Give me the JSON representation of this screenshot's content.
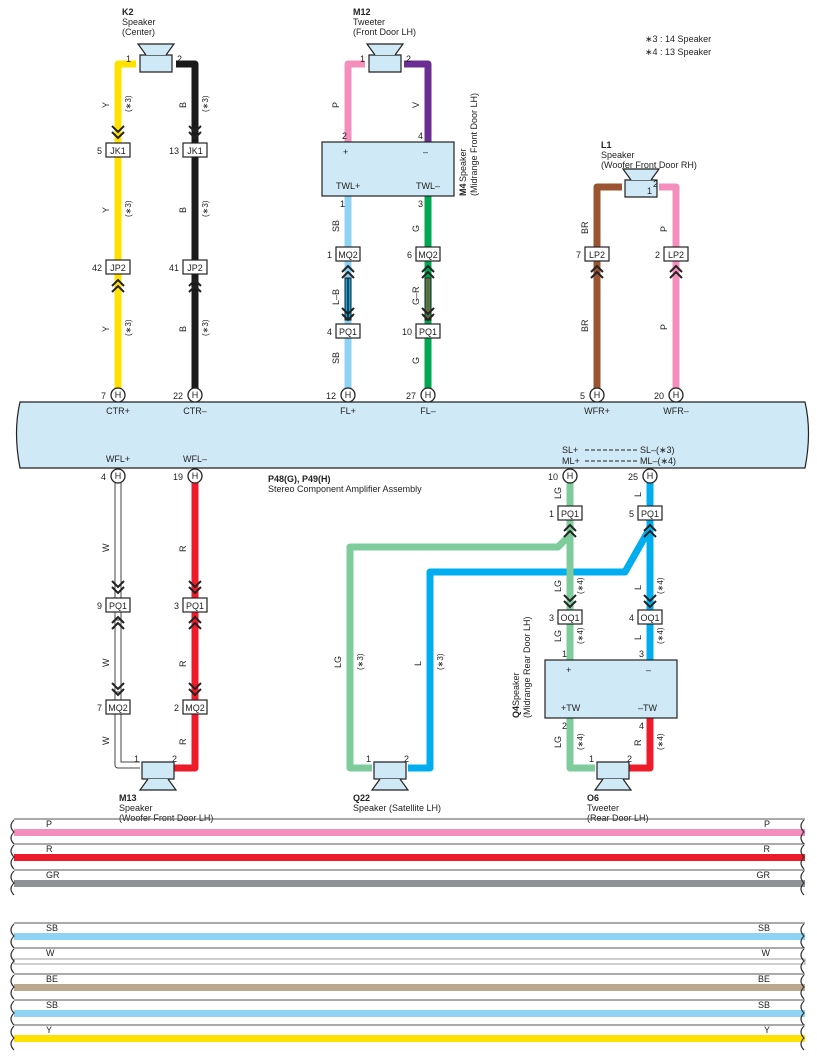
{
  "notes": [
    "∗3 : 14 Speaker",
    "∗4 : 13 Speaker"
  ],
  "amplifier": {
    "code": "P48(G), P49(H)",
    "name": "Stereo Component Amplifier Assembly",
    "pin_letter": "H",
    "top_pins": [
      {
        "num": "7",
        "label": "CTR+"
      },
      {
        "num": "22",
        "label": "CTR–"
      },
      {
        "num": "12",
        "label": "FL+"
      },
      {
        "num": "27",
        "label": "FL–"
      },
      {
        "num": "5",
        "label": "WFR+"
      },
      {
        "num": "20",
        "label": "WFR–"
      }
    ],
    "bottom_pins": [
      {
        "num": "4",
        "label": "WFL+"
      },
      {
        "num": "19",
        "label": "WFL–"
      },
      {
        "num": "10",
        "label": ""
      },
      {
        "num": "25",
        "label": ""
      }
    ],
    "sl_line1_left": "SL+",
    "sl_line1_right": "SL–(∗3)",
    "sl_line2_left": "ML+",
    "sl_line2_right": "ML–(∗4)"
  },
  "components": {
    "k2": {
      "code": "K2",
      "line1": "Speaker",
      "line2": "(Center)",
      "pin1": "1",
      "pin2": "2"
    },
    "m12": {
      "code": "M12",
      "line1": "Tweeter",
      "line2": "(Front Door LH)",
      "pin1": "1",
      "pin2": "2"
    },
    "m4": {
      "code": "M4",
      "line1": "Speaker",
      "line2": "(Midrange Front Door LH)",
      "plus": "+",
      "minus": "–",
      "twl_plus": "TWL+",
      "twl_minus": "TWL–",
      "pin_top_l": "2",
      "pin_top_r": "4",
      "pin_bot_l": "1",
      "pin_bot_r": "3"
    },
    "l1": {
      "code": "L1",
      "line1": "Speaker",
      "line2": "(Woofer Front Door RH)",
      "pin1": "1",
      "pin2": "2"
    },
    "m13": {
      "code": "M13",
      "line1": "Speaker",
      "line2": "(Woofer Front Door LH)",
      "pin1": "1",
      "pin2": "2"
    },
    "q22": {
      "code": "Q22",
      "line1": "Speaker (Satellite LH)",
      "pin1": "1",
      "pin2": "2"
    },
    "o6": {
      "code": "O6",
      "line1": "Tweeter",
      "line2": "(Rear Door LH)",
      "pin1": "1",
      "pin2": "2"
    },
    "q4": {
      "code": "Q4",
      "line1": "Speaker",
      "line2": "(Midrange Rear Door LH)",
      "plus": "+",
      "minus": "–",
      "tw_plus": "+TW",
      "tw_minus": "–TW",
      "pin_top_l": "1",
      "pin_top_r": "3",
      "pin_bot_l": "2",
      "pin_bot_r": "4"
    }
  },
  "connectors": {
    "jk1_a": {
      "num": "5",
      "name": "JK1"
    },
    "jk1_b": {
      "num": "13",
      "name": "JK1"
    },
    "jp2_a": {
      "num": "42",
      "name": "JP2"
    },
    "jp2_b": {
      "num": "41",
      "name": "JP2"
    },
    "mq2_a": {
      "num": "1",
      "name": "MQ2"
    },
    "mq2_b": {
      "num": "6",
      "name": "MQ2"
    },
    "pq1_a": {
      "num": "4",
      "name": "PQ1"
    },
    "pq1_b": {
      "num": "10",
      "name": "PQ1"
    },
    "lp2_a": {
      "num": "7",
      "name": "LP2"
    },
    "lp2_b": {
      "num": "2",
      "name": "LP2"
    },
    "pq1_c": {
      "num": "9",
      "name": "PQ1"
    },
    "pq1_d": {
      "num": "3",
      "name": "PQ1"
    },
    "mq2_c": {
      "num": "7",
      "name": "MQ2"
    },
    "mq2_d": {
      "num": "2",
      "name": "MQ2"
    },
    "pq1_e": {
      "num": "1",
      "name": "PQ1"
    },
    "pq1_f": {
      "num": "5",
      "name": "PQ1"
    },
    "oq1_a": {
      "num": "3",
      "name": "OQ1"
    },
    "oq1_b": {
      "num": "4",
      "name": "OQ1"
    }
  },
  "wire_labels": {
    "y": "Y",
    "b": "B",
    "p": "P",
    "v": "V",
    "sb": "SB",
    "g": "G",
    "lb": "L–B",
    "gr2": "G–R",
    "br": "BR",
    "w": "W",
    "r": "R",
    "lg": "LG",
    "l": "L",
    "s3": "(∗3)",
    "s4": "(∗4)"
  },
  "legend": [
    {
      "code": "P",
      "color": "#f48fbd"
    },
    {
      "code": "R",
      "color": "#ee1c2b"
    },
    {
      "code": "GR",
      "color": "#8e9295"
    },
    {
      "code": "SB",
      "color": "#8fd3f4"
    },
    {
      "code": "W",
      "color": "#ffffff"
    },
    {
      "code": "BE",
      "color": "#bba88f"
    },
    {
      "code": "SB",
      "color": "#8fd3f4"
    },
    {
      "code": "Y",
      "color": "#ffe200"
    }
  ],
  "colors": {
    "yellow": "#ffe200",
    "black": "#1a1a1a",
    "pink": "#f48fbd",
    "violet": "#6a2d91",
    "skyblue": "#8fd3f4",
    "green": "#00a651",
    "brown": "#9a5432",
    "red": "#ee1c2b",
    "lightgreen": "#7ecb9c",
    "blue": "#00aeef",
    "amp_fill": "#cfe9f6"
  }
}
